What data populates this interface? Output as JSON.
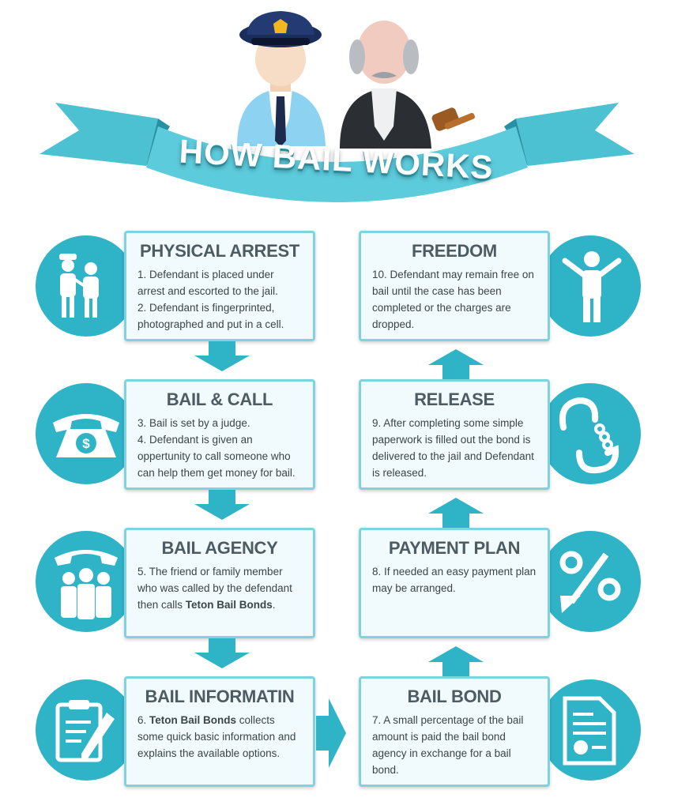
{
  "title": "HOW BAIL WORKS",
  "colors": {
    "primary": "#2fb3c7",
    "card_bg": "#f1fafc",
    "card_border": "#7fd3e0",
    "heading": "#4d5b62"
  },
  "steps": [
    {
      "heading": "PHYSICAL ARREST",
      "icon": "police-officer-defendant-icon",
      "lines": [
        "1. Defendant is placed under arrest and escorted to the jail.",
        "2. Defendant is fingerprinted, photographed and put in a cell."
      ]
    },
    {
      "heading": "BAIL & CALL",
      "icon": "telephone-dollar-icon",
      "lines": [
        "3. Bail is set by a judge.",
        "4. Defendant is given an oppertunity to call someone who can help them get money for bail."
      ]
    },
    {
      "heading": "BAIL AGENCY",
      "icon": "phone-group-icon",
      "text_before": "5. The friend or family member who was called by the defendant then calls ",
      "bold": "Teton Bail Bonds",
      "text_after": "."
    },
    {
      "heading": "BAIL INFORMATIN",
      "icon": "clipboard-pen-icon",
      "text_before": "6. ",
      "bold": "Teton Bail Bonds",
      "text_after": " collects some quick basic information and explains the available options."
    },
    {
      "heading": "BAIL BOND",
      "icon": "certificate-document-icon",
      "lines": [
        "7. A small percentage of the bail amount is paid the bail bond agency in exchange for a bail bond."
      ]
    },
    {
      "heading": "PAYMENT PLAN",
      "icon": "percent-down-icon",
      "lines": [
        "8. If needed an easy  payment plan may be arranged."
      ]
    },
    {
      "heading": "RELEASE",
      "icon": "open-handcuffs-icon",
      "lines": [
        "9. After completing some simple paperwork is filled out the bond is delivered to the jail and Defendant is released."
      ]
    },
    {
      "heading": "FREEDOM",
      "icon": "free-person-icon",
      "lines": [
        "10. Defendant may remain free on bail until the case has been completed or the charges are dropped."
      ]
    }
  ]
}
